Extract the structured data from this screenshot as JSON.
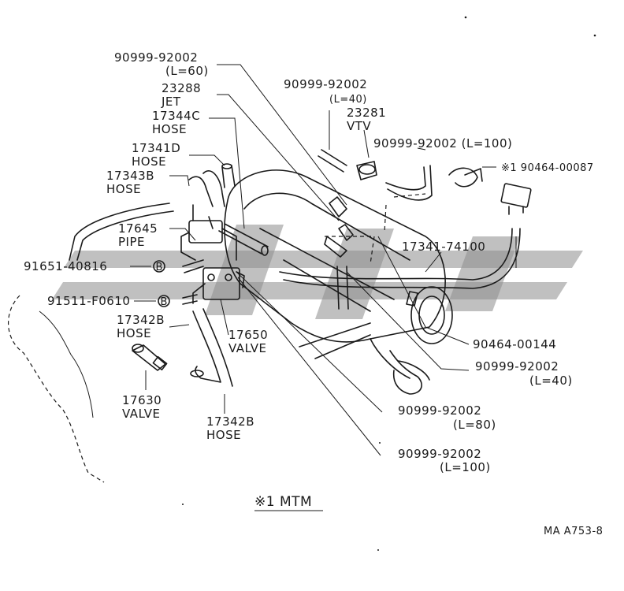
{
  "labels": {
    "p90999_l60_a": "90999-92002",
    "p90999_l60_b": "(L=60)",
    "p23288_a": "23288",
    "p23288_b": "JET",
    "p17344c_a": "17344C",
    "p17344c_b": "HOSE",
    "p17341d_a": "17341D",
    "p17341d_b": "HOSE",
    "p17343b_a": "17343B",
    "p17343b_b": "HOSE",
    "p17645_a": "17645",
    "p17645_b": "PIPE",
    "p91651": "91651-40816",
    "p91511": "91511-F0610",
    "p17342b_top_a": "17342B",
    "p17342b_top_b": "HOSE",
    "p17650_a": "17650",
    "p17650_b": "VALVE",
    "p17630_a": "17630",
    "p17630_b": "VALVE",
    "p17342b_bot_a": "17342B",
    "p17342b_bot_b": "HOSE",
    "p90999_l40_top_a": "90999-92002",
    "p90999_l40_top_b": "(L=40)",
    "p23281_a": "23281",
    "p23281_b": "VTV",
    "p90999_l100_top": "90999-92002 (L=100)",
    "p90464_00087": "※1 90464-00087",
    "p17341_74100": "17341-74100",
    "p90464_00144": "90464-00144",
    "p90999_l40_r_a": "90999-92002",
    "p90999_l40_r_b": "(L=40)",
    "p90999_l80_a": "90999-92002",
    "p90999_l80_b": "(L=80)",
    "p90999_l100_b_a": "90999-92002",
    "p90999_l100_b_b": "(L=100)",
    "bolt_marker": "B",
    "footnote": "※1 MTM",
    "figure_code": "MA A753-8"
  },
  "icons": {
    "bolt": "circled-b-marker",
    "watermark": "stylized-logo-watermark"
  },
  "colors": {
    "line": "#1a1a1a",
    "watermark": "#8c8c8c",
    "background": "#ffffff"
  }
}
